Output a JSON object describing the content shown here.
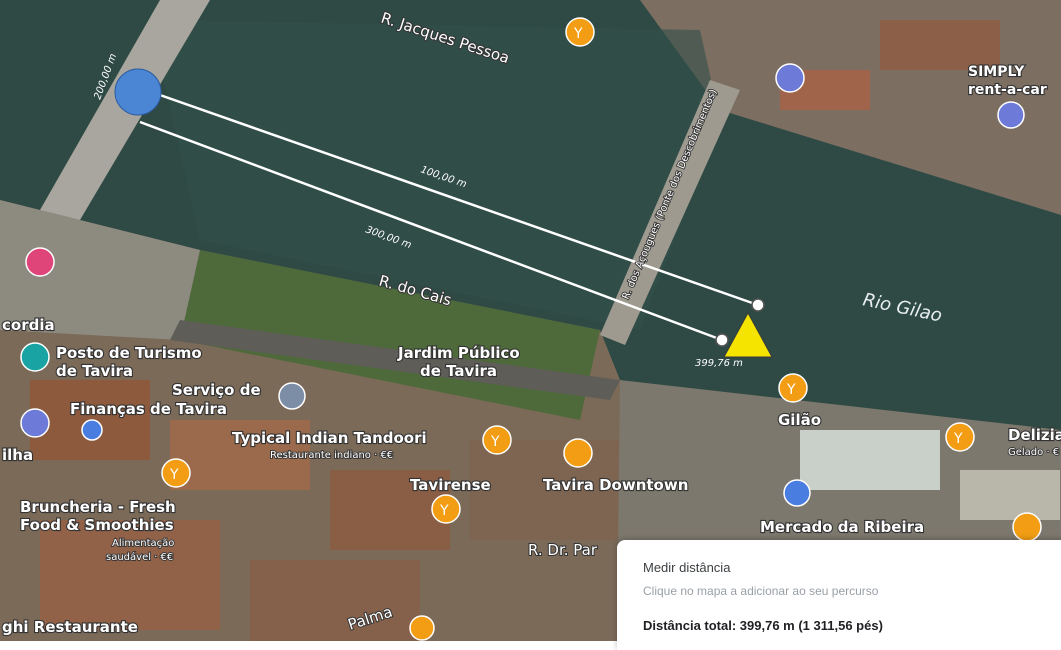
{
  "map": {
    "river_label": "Rio Gilao",
    "streets": {
      "jacques_pessoa": "R. Jacques Pessoa",
      "do_cais": "R. do Cais",
      "dr_parreira": "R. Dr. Par",
      "palma": "Palma",
      "bridge_road": "R. dos Açougues (Ponte dos Descobrimentos)"
    },
    "places": {
      "jardim": "Jardim Público",
      "jardim_2": "de Tavira",
      "posto": "Posto de Turismo",
      "posto_2": "de Tavira",
      "servico": "Serviço de",
      "financas": "Finanças de Tavira",
      "typical": "Typical Indian Tandoori",
      "typical_sub": "Restaurante indiano · €€",
      "tavirense": "Tavirense",
      "downtown": "Tavira Downtown",
      "gilao": "Gilão",
      "delizia": "Delizia",
      "delizia_sub": "Gelado · €",
      "mercado": "Mercado da Ribeira",
      "bruncheria": "Bruncheria - Fresh",
      "bruncheria_2": "Food & Smoothies",
      "bruncheria_sub": "Alimentação",
      "bruncheria_sub2": "saudável · €€",
      "simply": "SIMPLY",
      "simply_2": "rent-a-car",
      "cordia": "cordia",
      "ilha": "ilha",
      "restaurante": "ghi Restaurante"
    },
    "measures": {
      "segment_1": "100,00 m",
      "segment_2": "300,00 m",
      "endpoint": "399,76 m",
      "start": "200,00 m"
    },
    "colors": {
      "water": "#2f4a44",
      "land": "#6d6a60",
      "marker_start": "#4a86d4",
      "marker_end": "#f5e400",
      "poi_food": "#f29d14",
      "poi_blue": "#6d7ad8"
    }
  },
  "panel": {
    "title": "Medir distância",
    "hint": "Clique no mapa a adicionar ao seu percurso",
    "total": "Distância total: 399,76 m (1 311,56 pés)"
  }
}
